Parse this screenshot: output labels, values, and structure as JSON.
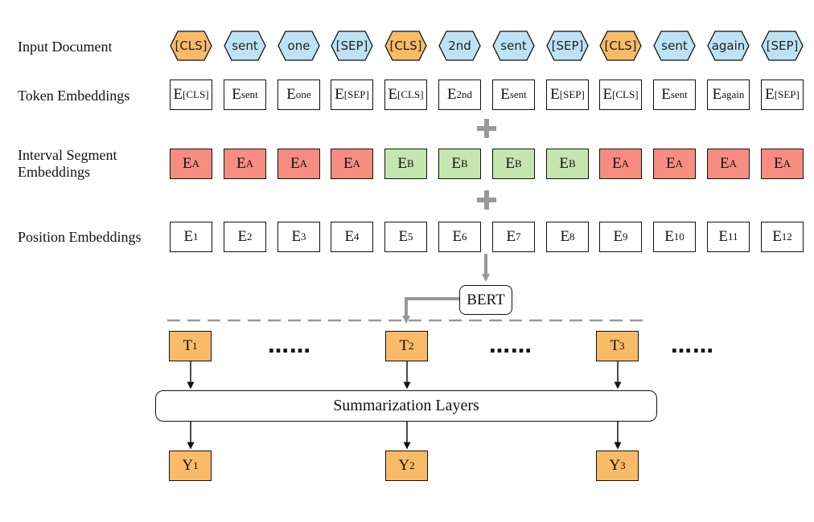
{
  "row_labels": {
    "input": "Input Document",
    "token": "Token Embeddings",
    "segment": "Interval Segment\nEmbeddings",
    "position": "Position Embeddings"
  },
  "colors": {
    "cls_fill": "#f9bb68",
    "token_fill": "#bde2f4",
    "segment_a": "#f68d80",
    "segment_b": "#c6e6b0",
    "output_fill": "#f9bb68",
    "connector_gray": "#999999"
  },
  "input_tokens": [
    {
      "text": "[CLS]",
      "kind": "cls"
    },
    {
      "text": "sent",
      "kind": "token"
    },
    {
      "text": "one",
      "kind": "token"
    },
    {
      "text": "[SEP]",
      "kind": "token"
    },
    {
      "text": "[CLS]",
      "kind": "cls"
    },
    {
      "text": "2nd",
      "kind": "token"
    },
    {
      "text": "sent",
      "kind": "token"
    },
    {
      "text": "[SEP]",
      "kind": "token"
    },
    {
      "text": "[CLS]",
      "kind": "cls"
    },
    {
      "text": "sent",
      "kind": "token"
    },
    {
      "text": "again",
      "kind": "token"
    },
    {
      "text": "[SEP]",
      "kind": "token"
    }
  ],
  "token_embeddings": [
    {
      "base": "E",
      "sub": "[CLS]"
    },
    {
      "base": "E",
      "sub": "sent"
    },
    {
      "base": "E",
      "sub": "one"
    },
    {
      "base": "E",
      "sub": "[SEP]"
    },
    {
      "base": "E",
      "sub": "[CLS]"
    },
    {
      "base": "E",
      "sub": "2nd"
    },
    {
      "base": "E",
      "sub": "sent"
    },
    {
      "base": "E",
      "sub": "[SEP]"
    },
    {
      "base": "E",
      "sub": "[CLS]"
    },
    {
      "base": "E",
      "sub": "sent"
    },
    {
      "base": "E",
      "sub": "again"
    },
    {
      "base": "E",
      "sub": "[SEP]"
    }
  ],
  "segment_embeddings": [
    {
      "base": "E",
      "sub": "A"
    },
    {
      "base": "E",
      "sub": "A"
    },
    {
      "base": "E",
      "sub": "A"
    },
    {
      "base": "E",
      "sub": "A"
    },
    {
      "base": "E",
      "sub": "B"
    },
    {
      "base": "E",
      "sub": "B"
    },
    {
      "base": "E",
      "sub": "B"
    },
    {
      "base": "E",
      "sub": "B"
    },
    {
      "base": "E",
      "sub": "A"
    },
    {
      "base": "E",
      "sub": "A"
    },
    {
      "base": "E",
      "sub": "A"
    },
    {
      "base": "E",
      "sub": "A"
    }
  ],
  "position_embeddings": [
    {
      "base": "E",
      "sub": "1"
    },
    {
      "base": "E",
      "sub": "2"
    },
    {
      "base": "E",
      "sub": "3"
    },
    {
      "base": "E",
      "sub": "4"
    },
    {
      "base": "E",
      "sub": "5"
    },
    {
      "base": "E",
      "sub": "6"
    },
    {
      "base": "E",
      "sub": "7"
    },
    {
      "base": "E",
      "sub": "8"
    },
    {
      "base": "E",
      "sub": "9"
    },
    {
      "base": "E",
      "sub": "10"
    },
    {
      "base": "E",
      "sub": "11"
    },
    {
      "base": "E",
      "sub": "12"
    }
  ],
  "model": {
    "bert_label": "BERT",
    "summarization_label": "Summarization Layers",
    "ellipsis": "……"
  },
  "outputs": {
    "t": [
      {
        "base": "T",
        "sub": "1"
      },
      {
        "base": "T",
        "sub": "2"
      },
      {
        "base": "T",
        "sub": "3"
      }
    ],
    "y": [
      {
        "base": "Y",
        "sub": "1"
      },
      {
        "base": "Y",
        "sub": "2"
      },
      {
        "base": "Y",
        "sub": "3"
      }
    ]
  }
}
